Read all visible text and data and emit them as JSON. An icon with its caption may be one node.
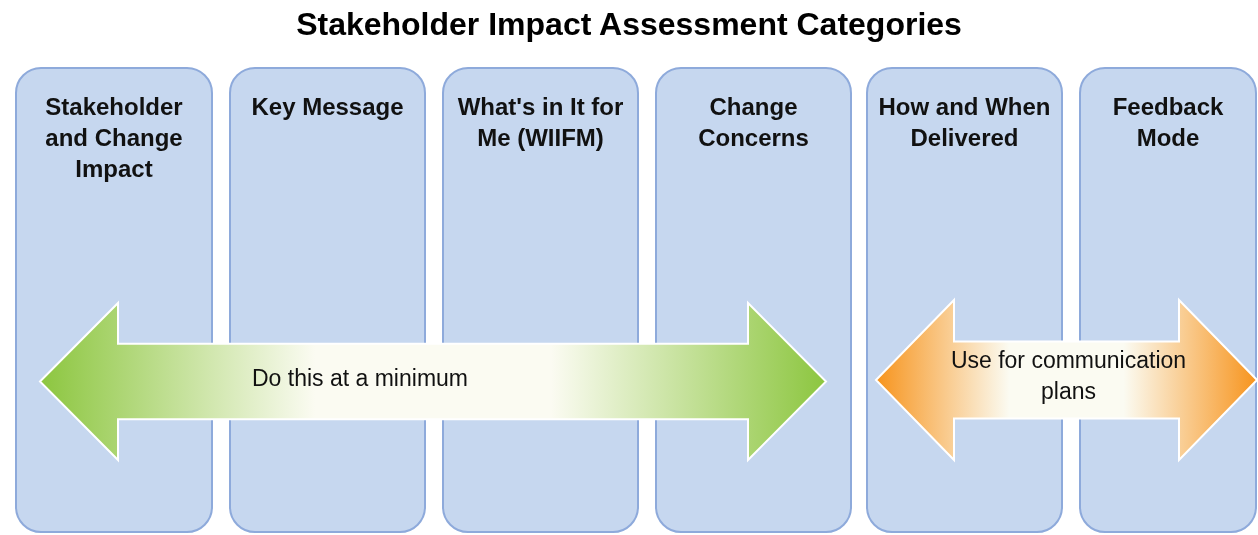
{
  "diagram": {
    "title": "Stakeholder Impact Assessment Categories",
    "nodes": [
      {
        "text": [
          "Stakeholder and Change Impact"
        ]
      },
      {
        "text": [
          "Key Message"
        ]
      },
      {
        "text": [
          "What's in It for Me (WIIFM)"
        ]
      },
      {
        "text": [
          "Change Concerns"
        ]
      },
      {
        "text": [
          "How and When Delivered"
        ]
      },
      {
        "text": [
          "Feedback Mode"
        ]
      }
    ],
    "edges": [
      {
        "from": 0,
        "to": 3,
        "arrow": "both",
        "label": "Do this at a minimum",
        "style": "thick",
        "color": "#8cc63f"
      },
      {
        "from": 4,
        "to": 5,
        "arrow": "both",
        "label": "Use for communication plans",
        "style": "thick",
        "color": "#f7941d"
      }
    ]
  }
}
